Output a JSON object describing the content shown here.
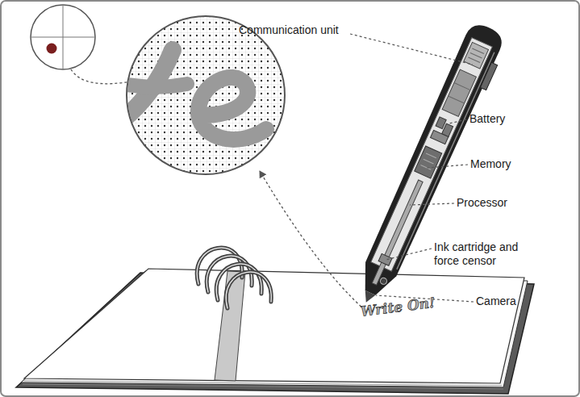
{
  "diagram": {
    "labels": [
      "Communication unit",
      "Battery",
      "Memory",
      "Processor",
      "Ink cartridge and force censor",
      "Camera",
      "Write On!"
    ]
  }
}
